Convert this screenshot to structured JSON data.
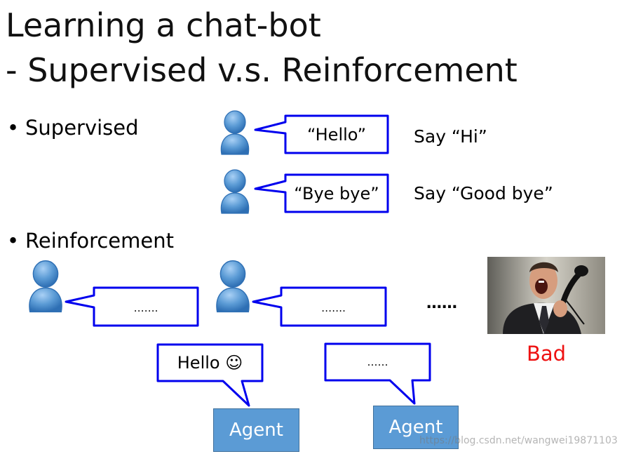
{
  "title": {
    "line1": "Learning a chat-bot",
    "line2": "- Supervised v.s. Reinforcement"
  },
  "bullets": {
    "symbol": "•",
    "supervised": "Supervised",
    "reinforcement": "Reinforcement"
  },
  "supervised_examples": [
    {
      "input": "“Hello”",
      "output": "Say “Hi”"
    },
    {
      "input": "“Bye bye”",
      "output": "Say “Good bye”"
    }
  ],
  "reinforcement": {
    "human_messages": [
      "…….",
      "……."
    ],
    "agent_messages": [
      "Hello ☺",
      "……"
    ],
    "agent_label": "Agent",
    "continuation": "……",
    "feedback": "Bad"
  },
  "colors": {
    "bubble_border": "#0000ee",
    "person": "#5b9bd5",
    "agent": "#5b9bd5",
    "bad": "#ee1111"
  },
  "icons": {
    "person": "person-icon",
    "photo": "angry-man-on-phone-photo"
  },
  "watermark": "https://blog.csdn.net/wangwei19871103"
}
